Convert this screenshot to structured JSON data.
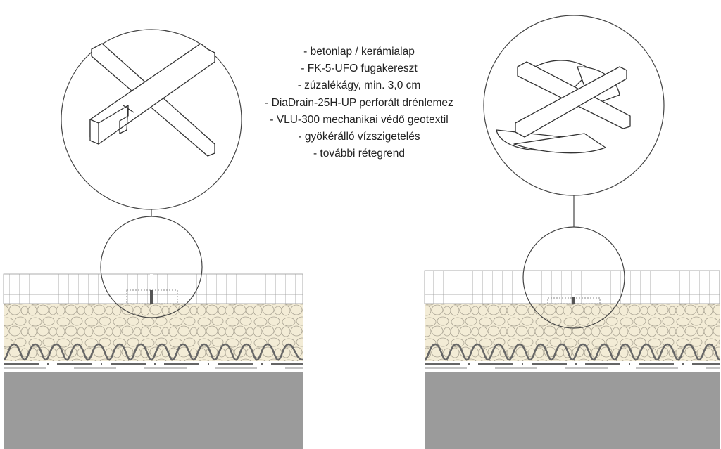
{
  "legend": {
    "items": [
      "- betonlap / kerámialap",
      "- FK-5-UFO fugakereszt",
      "- zúzalékágy, min. 3,0 cm",
      "- DiaDrain-25H-UP perforált drénlemez",
      "- VLU-300 mechanikai védő geotextil",
      "- gyökérálló vízszigetelés",
      "- további rétegrend"
    ]
  },
  "colors": {
    "gravel": "#f3ecd6",
    "concrete": "#9b9b9b",
    "line": "#555555"
  }
}
